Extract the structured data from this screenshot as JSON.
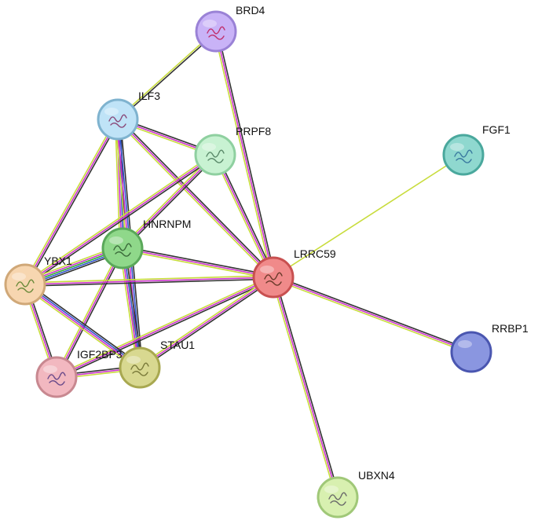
{
  "network": {
    "nodes": [
      {
        "id": "BRD4",
        "label": "BRD4",
        "fill": "#c9b3f7",
        "stroke": "#9a82d6",
        "icon": "protein-structure-icon",
        "icon_color": "#c0306e"
      },
      {
        "id": "ILF3",
        "label": "ILF3",
        "fill": "#bfe3f7",
        "stroke": "#7fb3cf",
        "icon": "protein-structure-icon",
        "icon_color": "#8a4a7a"
      },
      {
        "id": "PRPF8",
        "label": "PRPF8",
        "fill": "#c8f2d2",
        "stroke": "#8fd0a0",
        "icon": "protein-structure-icon",
        "icon_color": "#5a8a6a"
      },
      {
        "id": "FGF1",
        "label": "FGF1",
        "fill": "#8fd8cf",
        "stroke": "#4aa89d",
        "icon": "protein-structure-icon",
        "icon_color": "#3a7aa0"
      },
      {
        "id": "HNRNPM",
        "label": "HNRNPM",
        "fill": "#8fd88a",
        "stroke": "#5aa85a",
        "icon": "protein-structure-icon",
        "icon_color": "#3a6a3a"
      },
      {
        "id": "LRRC59",
        "label": "LRRC59",
        "fill": "#f08a8a",
        "stroke": "#c85050",
        "icon": "protein-structure-icon",
        "icon_color": "#6a3a2a"
      },
      {
        "id": "YBX1",
        "label": "YBX1",
        "fill": "#f7d6b0",
        "stroke": "#d0a878",
        "icon": "protein-structure-icon",
        "icon_color": "#6a8a3a"
      },
      {
        "id": "IGF2BP3",
        "label": "IGF2BP3",
        "fill": "#f2b8c0",
        "stroke": "#c88890",
        "icon": "protein-structure-icon",
        "icon_color": "#6a4a8a"
      },
      {
        "id": "STAU1",
        "label": "STAU1",
        "fill": "#d8d890",
        "stroke": "#a8a850",
        "icon": "protein-structure-icon",
        "icon_color": "#7a7a3a"
      },
      {
        "id": "RRBP1",
        "label": "RRBP1",
        "fill": "#8a96e0",
        "stroke": "#4a56b0",
        "icon": "",
        "icon_color": ""
      },
      {
        "id": "UBXN4",
        "label": "UBXN4",
        "fill": "#d8f0b0",
        "stroke": "#a0c878",
        "icon": "protein-structure-icon",
        "icon_color": "#6a6a6a"
      }
    ],
    "edges": [
      {
        "source": "BRD4",
        "target": "ILF3",
        "colors": [
          "#333333",
          "#c8dc3c"
        ]
      },
      {
        "source": "BRD4",
        "target": "LRRC59",
        "colors": [
          "#333333",
          "#cc33cc",
          "#c8dc3c"
        ]
      },
      {
        "source": "ILF3",
        "target": "PRPF8",
        "colors": [
          "#333333",
          "#cc33cc",
          "#c8dc3c"
        ]
      },
      {
        "source": "ILF3",
        "target": "HNRNPM",
        "colors": [
          "#333333",
          "#3355cc",
          "#cc33cc",
          "#c8dc3c"
        ]
      },
      {
        "source": "ILF3",
        "target": "LRRC59",
        "colors": [
          "#333333",
          "#cc33cc",
          "#c8dc3c"
        ]
      },
      {
        "source": "ILF3",
        "target": "YBX1",
        "colors": [
          "#333333",
          "#cc33cc",
          "#c8dc3c"
        ]
      },
      {
        "source": "ILF3",
        "target": "STAU1",
        "colors": [
          "#333333",
          "#3355cc",
          "#cc33cc",
          "#c8dc3c"
        ]
      },
      {
        "source": "PRPF8",
        "target": "HNRNPM",
        "colors": [
          "#333333",
          "#cc33cc",
          "#c8dc3c"
        ]
      },
      {
        "source": "PRPF8",
        "target": "LRRC59",
        "colors": [
          "#333333",
          "#cc33cc",
          "#c8dc3c"
        ]
      },
      {
        "source": "PRPF8",
        "target": "YBX1",
        "colors": [
          "#333333",
          "#cc33cc",
          "#c8dc3c"
        ]
      },
      {
        "source": "FGF1",
        "target": "LRRC59",
        "colors": [
          "#c8dc3c"
        ]
      },
      {
        "source": "HNRNPM",
        "target": "LRRC59",
        "colors": [
          "#333333",
          "#cc33cc",
          "#c8dc3c"
        ]
      },
      {
        "source": "HNRNPM",
        "target": "YBX1",
        "colors": [
          "#333333",
          "#3355cc",
          "#33aa33",
          "#cc33cc",
          "#c8dc3c"
        ]
      },
      {
        "source": "HNRNPM",
        "target": "IGF2BP3",
        "colors": [
          "#333333",
          "#cc33cc",
          "#c8dc3c"
        ]
      },
      {
        "source": "HNRNPM",
        "target": "STAU1",
        "colors": [
          "#333333",
          "#3355cc",
          "#cc33cc",
          "#c8dc3c"
        ]
      },
      {
        "source": "LRRC59",
        "target": "YBX1",
        "colors": [
          "#333333",
          "#cc33cc",
          "#c8dc3c"
        ]
      },
      {
        "source": "LRRC59",
        "target": "IGF2BP3",
        "colors": [
          "#333333",
          "#cc33cc",
          "#c8dc3c"
        ]
      },
      {
        "source": "LRRC59",
        "target": "STAU1",
        "colors": [
          "#333333",
          "#cc33cc",
          "#c8dc3c"
        ]
      },
      {
        "source": "LRRC59",
        "target": "RRBP1",
        "colors": [
          "#333333",
          "#cc33cc",
          "#c8dc3c"
        ]
      },
      {
        "source": "LRRC59",
        "target": "UBXN4",
        "colors": [
          "#333333",
          "#cc33cc",
          "#c8dc3c"
        ]
      },
      {
        "source": "YBX1",
        "target": "IGF2BP3",
        "colors": [
          "#333333",
          "#cc33cc",
          "#c8dc3c"
        ]
      },
      {
        "source": "YBX1",
        "target": "STAU1",
        "colors": [
          "#333333",
          "#3355cc",
          "#cc33cc",
          "#c8dc3c"
        ]
      },
      {
        "source": "IGF2BP3",
        "target": "STAU1",
        "colors": [
          "#333333",
          "#cc33cc",
          "#c8dc3c"
        ]
      }
    ]
  }
}
